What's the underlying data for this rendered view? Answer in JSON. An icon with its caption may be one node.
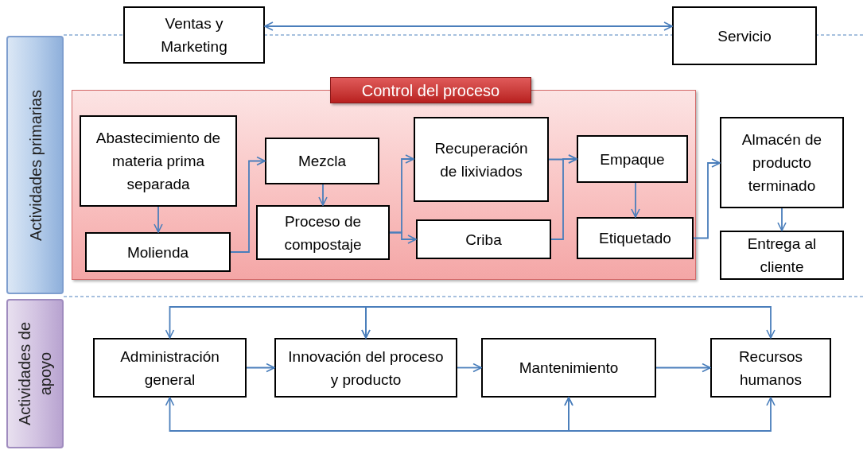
{
  "diagram": {
    "nodes": [
      {
        "text": [
          "Actividades primarias"
        ]
      },
      {
        "text": [
          "Actividades de apoyo"
        ]
      },
      {
        "text": [
          "Ventas y Marketing"
        ]
      },
      {
        "text": [
          "Servicio"
        ]
      },
      {
        "text": [
          "Control del proceso"
        ]
      },
      {
        "text": [
          "Abastecimiento de materia prima separada"
        ],
        "in": 4
      },
      {
        "text": [
          "Molienda"
        ],
        "in": 4
      },
      {
        "text": [
          "Mezcla"
        ],
        "in": 4
      },
      {
        "text": [
          "Proceso de compostaje"
        ],
        "in": 4
      },
      {
        "text": [
          "Recuperación de lixiviados"
        ],
        "in": 4
      },
      {
        "text": [
          "Criba"
        ],
        "in": 4
      },
      {
        "text": [
          "Empaque"
        ],
        "in": 4
      },
      {
        "text": [
          "Etiquetado"
        ],
        "in": 4
      },
      {
        "text": [
          "Almacén de producto terminado"
        ]
      },
      {
        "text": [
          "Entrega al cliente"
        ]
      },
      {
        "text": [
          "Administración general"
        ]
      },
      {
        "text": [
          "Innovación del proceso y producto"
        ]
      },
      {
        "text": [
          "Mantenimiento"
        ]
      },
      {
        "text": [
          "Recursos humanos"
        ]
      }
    ],
    "edges": [
      {
        "from": 2,
        "to": 3,
        "arrow": "both"
      },
      {
        "from": 5,
        "to": 6,
        "arrow": "to"
      },
      {
        "from": 6,
        "to": 7,
        "arrow": "to"
      },
      {
        "from": 7,
        "to": 8,
        "arrow": "to"
      },
      {
        "from": 8,
        "to": 9,
        "arrow": "to"
      },
      {
        "from": 8,
        "to": 10,
        "arrow": "to"
      },
      {
        "from": 9,
        "to": 11,
        "arrow": "to"
      },
      {
        "from": 10,
        "to": 11,
        "arrow": "to"
      },
      {
        "from": 11,
        "to": 12,
        "arrow": "to"
      },
      {
        "from": 12,
        "to": 13,
        "arrow": "to"
      },
      {
        "from": 13,
        "to": 14,
        "arrow": "to"
      },
      {
        "from": 15,
        "to": 16,
        "arrow": "to"
      },
      {
        "from": 16,
        "to": 17,
        "arrow": "to"
      },
      {
        "from": 17,
        "to": 18,
        "arrow": "to"
      },
      {
        "from": 15,
        "to": 16,
        "arrow": "both"
      },
      {
        "from": 16,
        "to": 18,
        "arrow": "both"
      },
      {
        "from": 15,
        "to": 17,
        "arrow": "both"
      },
      {
        "from": 17,
        "to": 18,
        "arrow": "both"
      }
    ]
  }
}
